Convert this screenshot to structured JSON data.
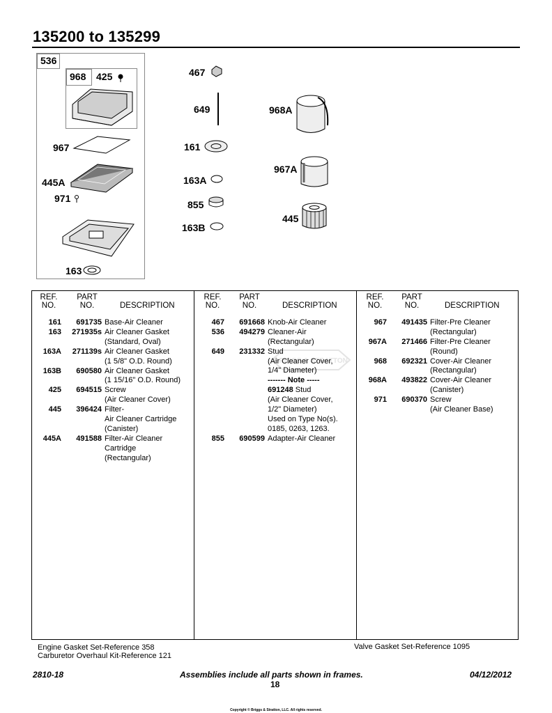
{
  "header": {
    "title": "135200 to 135299"
  },
  "diagram": {
    "frame_outer_label": "536",
    "frame_inner_labels": [
      "968",
      "425"
    ],
    "callouts": {
      "967": "967",
      "445A": "445A",
      "971": "971",
      "163": "163",
      "467": "467",
      "649": "649",
      "161": "161",
      "163A": "163A",
      "855": "855",
      "163B": "163B",
      "968A": "968A",
      "967A": "967A",
      "445": "445"
    },
    "watermark": "BRIGGS & STRATTON"
  },
  "table": {
    "headers": {
      "ref": [
        "REF.",
        "NO."
      ],
      "part": [
        "PART",
        "NO."
      ],
      "desc": "DESCRIPTION"
    },
    "columns": [
      [
        {
          "ref": "161",
          "part": "691735",
          "desc": [
            "Base-Air Cleaner"
          ]
        },
        {
          "ref": "163",
          "part": "271935s",
          "desc": [
            "Air Cleaner Gasket",
            "(Standard, Oval)"
          ]
        },
        {
          "ref": "163A",
          "part": "271139s",
          "desc": [
            "Air Cleaner Gasket",
            "(1 5/8\" O.D. Round)"
          ]
        },
        {
          "ref": "163B",
          "part": "690580",
          "desc": [
            "Air Cleaner Gasket",
            "(1 15/16\" O.D. Round)"
          ]
        },
        {
          "ref": "425",
          "part": "694515",
          "desc": [
            "Screw",
            "(Air Cleaner Cover)"
          ]
        },
        {
          "ref": "445",
          "part": "396424",
          "desc": [
            "Filter-",
            "Air Cleaner Cartridge",
            "(Canister)"
          ]
        },
        {
          "ref": "445A",
          "part": "491588",
          "desc": [
            "Filter-Air Cleaner",
            "Cartridge",
            "(Rectangular)"
          ]
        }
      ],
      [
        {
          "ref": "467",
          "part": "691668",
          "desc": [
            "Knob-Air Cleaner"
          ]
        },
        {
          "ref": "536",
          "part": "494279",
          "desc": [
            "Cleaner-Air",
            "(Rectangular)"
          ]
        },
        {
          "ref": "649",
          "part": "231332",
          "desc": [
            "Stud",
            "(Air Cleaner Cover,",
            "1/4\" Diameter)",
            "------- Note -----",
            "691248 Stud",
            "(Air Cleaner Cover,",
            "1/2\" Diameter)",
            "Used on Type No(s).",
            "0185, 0263, 1263."
          ]
        },
        {
          "ref": "855",
          "part": "690599",
          "desc": [
            "Adapter-Air Cleaner"
          ]
        }
      ],
      [
        {
          "ref": "967",
          "part": "491435",
          "desc": [
            "Filter-Pre Cleaner",
            "(Rectangular)"
          ]
        },
        {
          "ref": "967A",
          "part": "271466",
          "desc": [
            "Filter-Pre Cleaner",
            "(Round)"
          ]
        },
        {
          "ref": "968",
          "part": "692321",
          "desc": [
            "Cover-Air Cleaner",
            "(Rectangular)"
          ]
        },
        {
          "ref": "968A",
          "part": "493822",
          "desc": [
            "Cover-Air Cleaner",
            "(Canister)"
          ]
        },
        {
          "ref": "971",
          "part": "690370",
          "desc": [
            "Screw",
            "(Air Cleaner Base)"
          ]
        }
      ]
    ]
  },
  "footnotes": {
    "left": [
      "Engine Gasket Set-Reference 358",
      "Carburetor Overhaul Kit-Reference 121"
    ],
    "right": "Valve Gasket Set-Reference 1095"
  },
  "footer": {
    "doc_number": "2810-18",
    "center_note": "Assemblies include all parts shown in frames.",
    "page_number": "18",
    "date": "04/12/2012",
    "copyright": "Copyright © Briggs & Stratton, LLC. All rights reserved."
  }
}
